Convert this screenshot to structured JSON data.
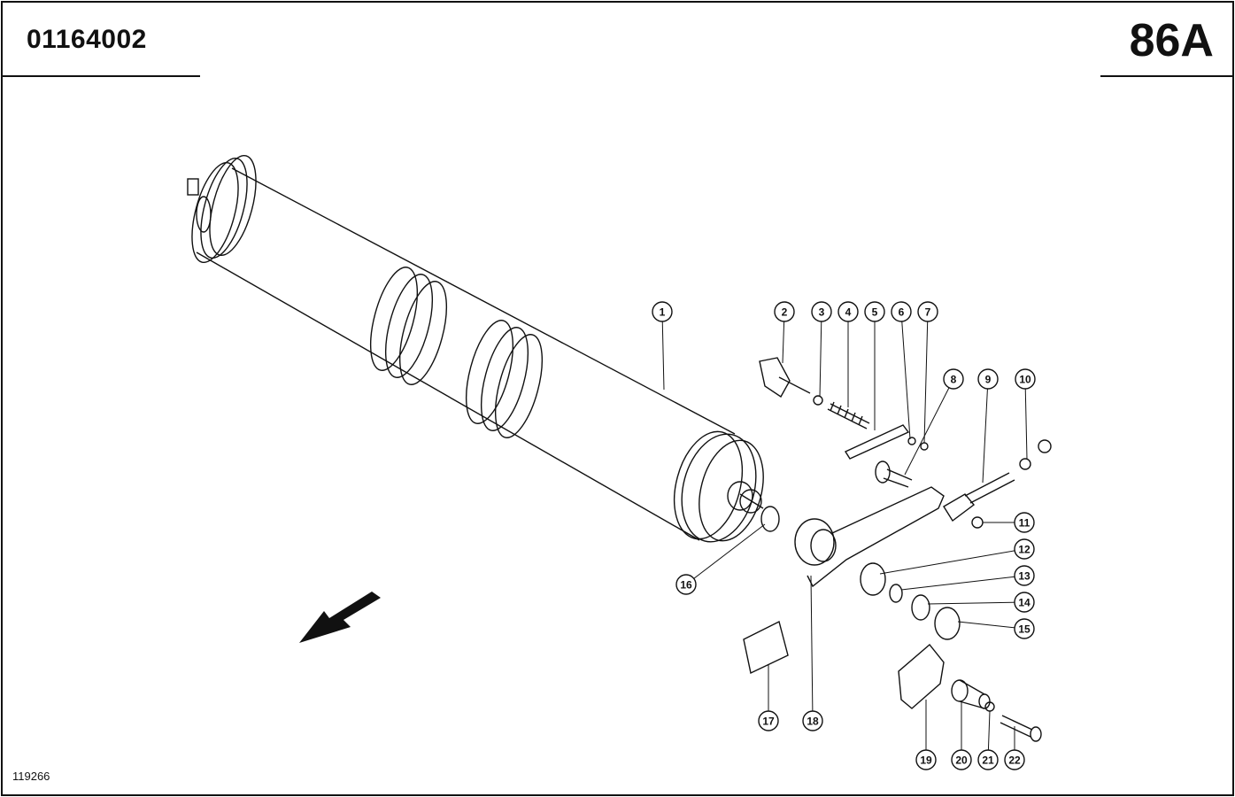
{
  "header": {
    "part_number": "01164002",
    "page_code": "86A"
  },
  "footer": {
    "drawing_number": "119266"
  },
  "callouts": [
    "1",
    "2",
    "3",
    "4",
    "5",
    "6",
    "7",
    "8",
    "9",
    "10",
    "11",
    "12",
    "13",
    "14",
    "15",
    "16",
    "17",
    "18",
    "19",
    "20",
    "21",
    "22"
  ],
  "colors": {
    "ink": "#111111",
    "paper": "#ffffff"
  }
}
